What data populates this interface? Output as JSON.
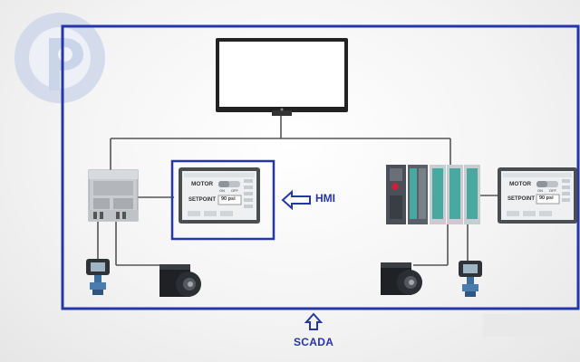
{
  "labels": {
    "hmi": "HMI",
    "scada": "SCADA"
  },
  "hmi_panel_left": {
    "motor_label": "MOTOR",
    "on_label": "ON",
    "off_label": "OFF",
    "setpoint_label": "SETPOINT",
    "setpoint_value": "90 psi"
  },
  "hmi_panel_right": {
    "motor_label": "MOTOR",
    "on_label": "ON",
    "off_label": "OFF",
    "setpoint_label": "SETPOINT",
    "setpoint_value": "90 psi"
  },
  "colors": {
    "scada_border": "#2436a8",
    "accent_blue": "#2436a8",
    "watermark": "#c9d3e8",
    "wire": "#555555"
  }
}
